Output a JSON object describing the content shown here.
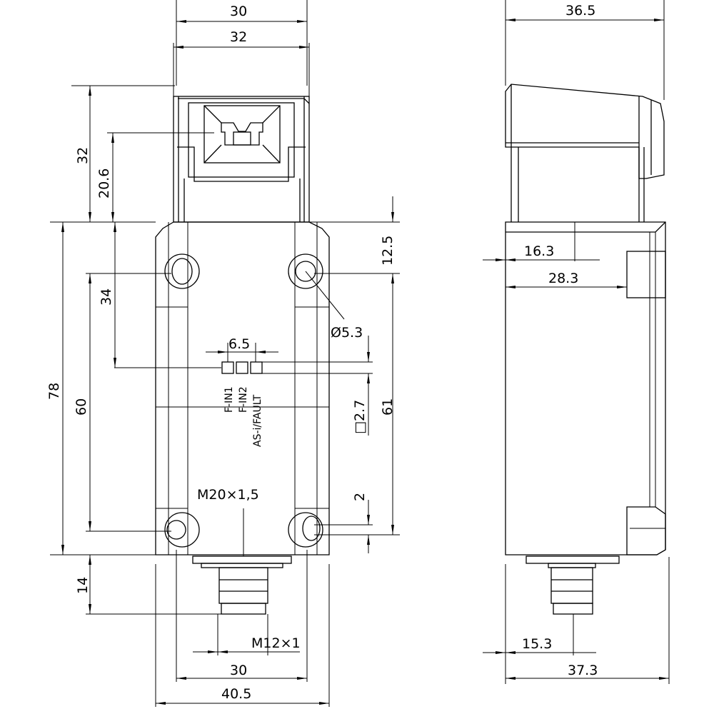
{
  "drawing": {
    "front_view": {
      "width_top_outer": "30",
      "width_top_head": "32",
      "head_height": "32",
      "actuator_height": "20.6",
      "body_height": "78",
      "hole_spacing_vertical": "60",
      "hole_to_led": "34",
      "connector_length": "14",
      "hole_top_offset": "12.5",
      "right_hole_spacing": "61",
      "hole_diameter": "Ø5.3",
      "led_spacing": "6.5",
      "led_size": "□2.7",
      "bottom_hole_offset": "2",
      "cable_entry": "M20×1,5",
      "connector_thread": "M12×1",
      "hole_spacing_horizontal": "30",
      "body_width": "40.5",
      "led_labels": [
        "F-IN1",
        "F-IN2",
        "AS-i/FAULT"
      ]
    },
    "side_view": {
      "total_depth": "36.5",
      "dim_16_3": "16.3",
      "dim_28_3": "28.3",
      "connector_offset": "15.3",
      "base_depth": "37.3"
    }
  }
}
